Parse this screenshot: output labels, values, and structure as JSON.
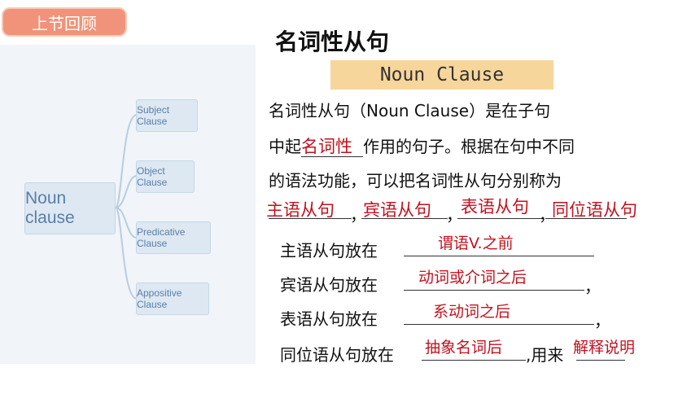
{
  "badge": "上节回顾",
  "mindmap": {
    "root": "Noun clause",
    "leaves": [
      "Subject Clause",
      "Object Clause",
      "Predicative Clause",
      "Appositive Clause"
    ]
  },
  "title": "名词性从句",
  "english_title": "Noun Clause",
  "para": {
    "line1": "名词性从句（Noun Clause）是在子句",
    "line2_pre": "中起",
    "line2_ans": "名词性",
    "line2_post": "作用的句子。根据在句中不同",
    "line3": "的语法功能，可以把名词性从句分别称为",
    "answers4": [
      "主语从句",
      "宾语从句",
      "表语从句",
      "同位语从句"
    ],
    "sep": "，"
  },
  "rules": [
    {
      "label": "主语从句放在",
      "answer": "谓语V.之前"
    },
    {
      "label": "宾语从句放在",
      "answer": "动词或介词之后",
      "tail": "，"
    },
    {
      "label": "表语从句放在",
      "answer": "系动词之后",
      "tail": "，"
    },
    {
      "label": "同位语从句放在",
      "answer": "抽象名词后",
      "mid": ",用来",
      "answer2": "解释说明"
    }
  ],
  "colors": {
    "accent": "#f0937a",
    "answer": "#c1121f",
    "highlight": "#f7d69c"
  }
}
